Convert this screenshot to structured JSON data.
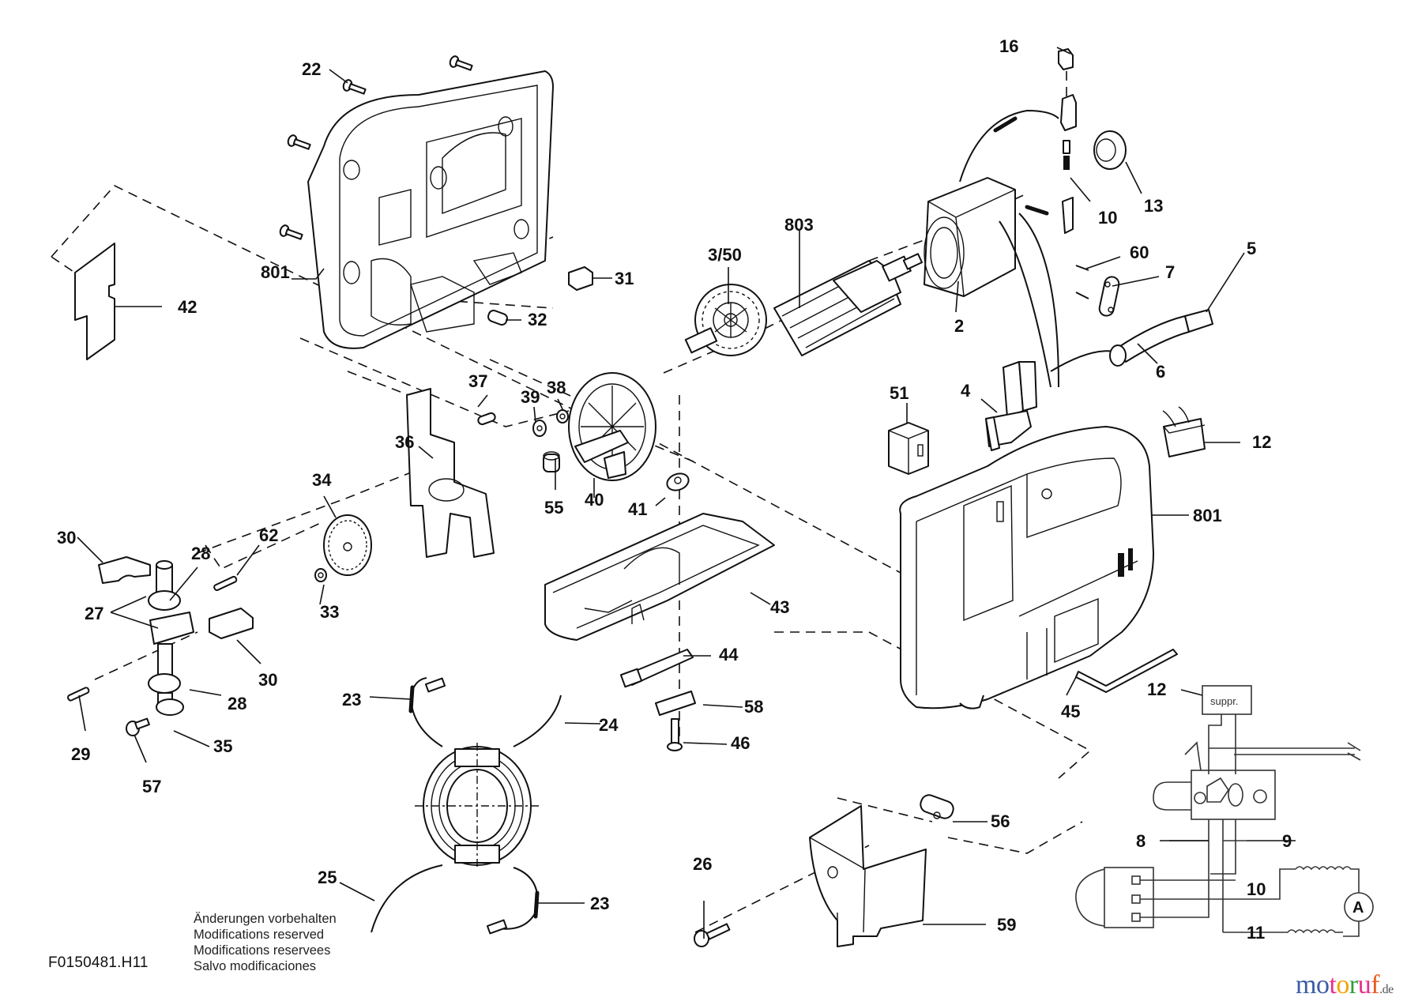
{
  "diagram": {
    "title_code": "F0150481.H11",
    "notice_lines": [
      "Änderungen vorbehalten",
      "Modifications reserved",
      "Modifications reservees",
      "Salvo modificaciones"
    ],
    "schematic": {
      "suppressor_label": "suppr.",
      "motor_label": "A"
    },
    "watermark": {
      "letters": [
        "m",
        "o",
        "t",
        "o",
        "r",
        "u",
        "f"
      ],
      "colors": [
        "#3b5ba5",
        "#3b5ba5",
        "#e8308a",
        "#f4a300",
        "#2e9e3e",
        "#e8308a",
        "#e85a1e"
      ],
      "tld": ".de"
    },
    "callouts": {
      "c16": "16",
      "c22": "22",
      "c801a": "801",
      "c42": "42",
      "c31": "31",
      "c32": "32",
      "c803": "803",
      "c350": "3/50",
      "c2": "2",
      "c10a": "10",
      "c13": "13",
      "c60": "60",
      "c7": "7",
      "c5": "5",
      "c6": "6",
      "c37": "37",
      "c38": "38",
      "c39": "39",
      "c36": "36",
      "c51": "51",
      "c4": "4",
      "c12a": "12",
      "c34": "34",
      "c55": "55",
      "c40": "40",
      "c41": "41",
      "c801b": "801",
      "c30a": "30",
      "c28a": "28",
      "c62": "62",
      "c27": "27",
      "c33": "33",
      "c43": "43",
      "c30b": "30",
      "c44": "44",
      "c28b": "28",
      "c23a": "23",
      "c24": "24",
      "c58": "58",
      "c45": "45",
      "c12b": "12",
      "c35": "35",
      "c46": "46",
      "c29": "29",
      "c57": "57",
      "c56": "56",
      "c8": "8",
      "c9": "9",
      "c26": "26",
      "c25": "25",
      "c10b": "10",
      "c23b": "23",
      "c59": "59",
      "c11": "11"
    }
  }
}
